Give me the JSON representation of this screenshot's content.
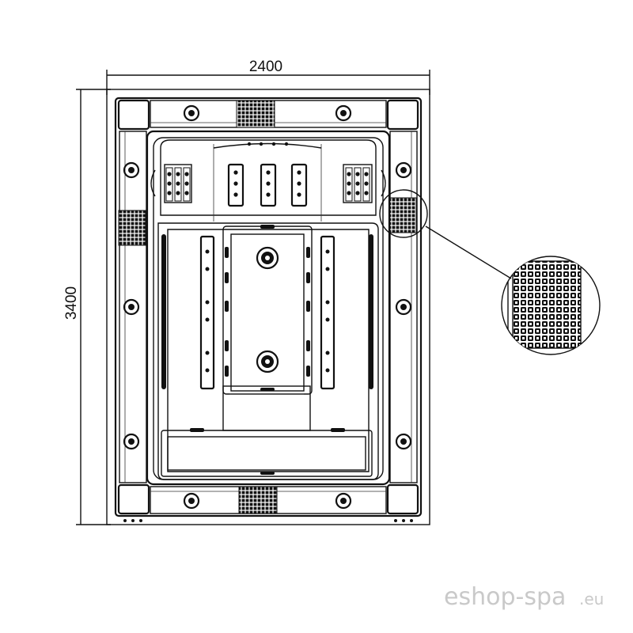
{
  "drawing": {
    "width_label": "2400",
    "height_label": "3400"
  },
  "watermark": {
    "brand": "eshop-spa",
    "tld": ".eu"
  },
  "colors": {
    "line": "#111111",
    "watermark": "#c9c9c9",
    "background": "#ffffff"
  }
}
